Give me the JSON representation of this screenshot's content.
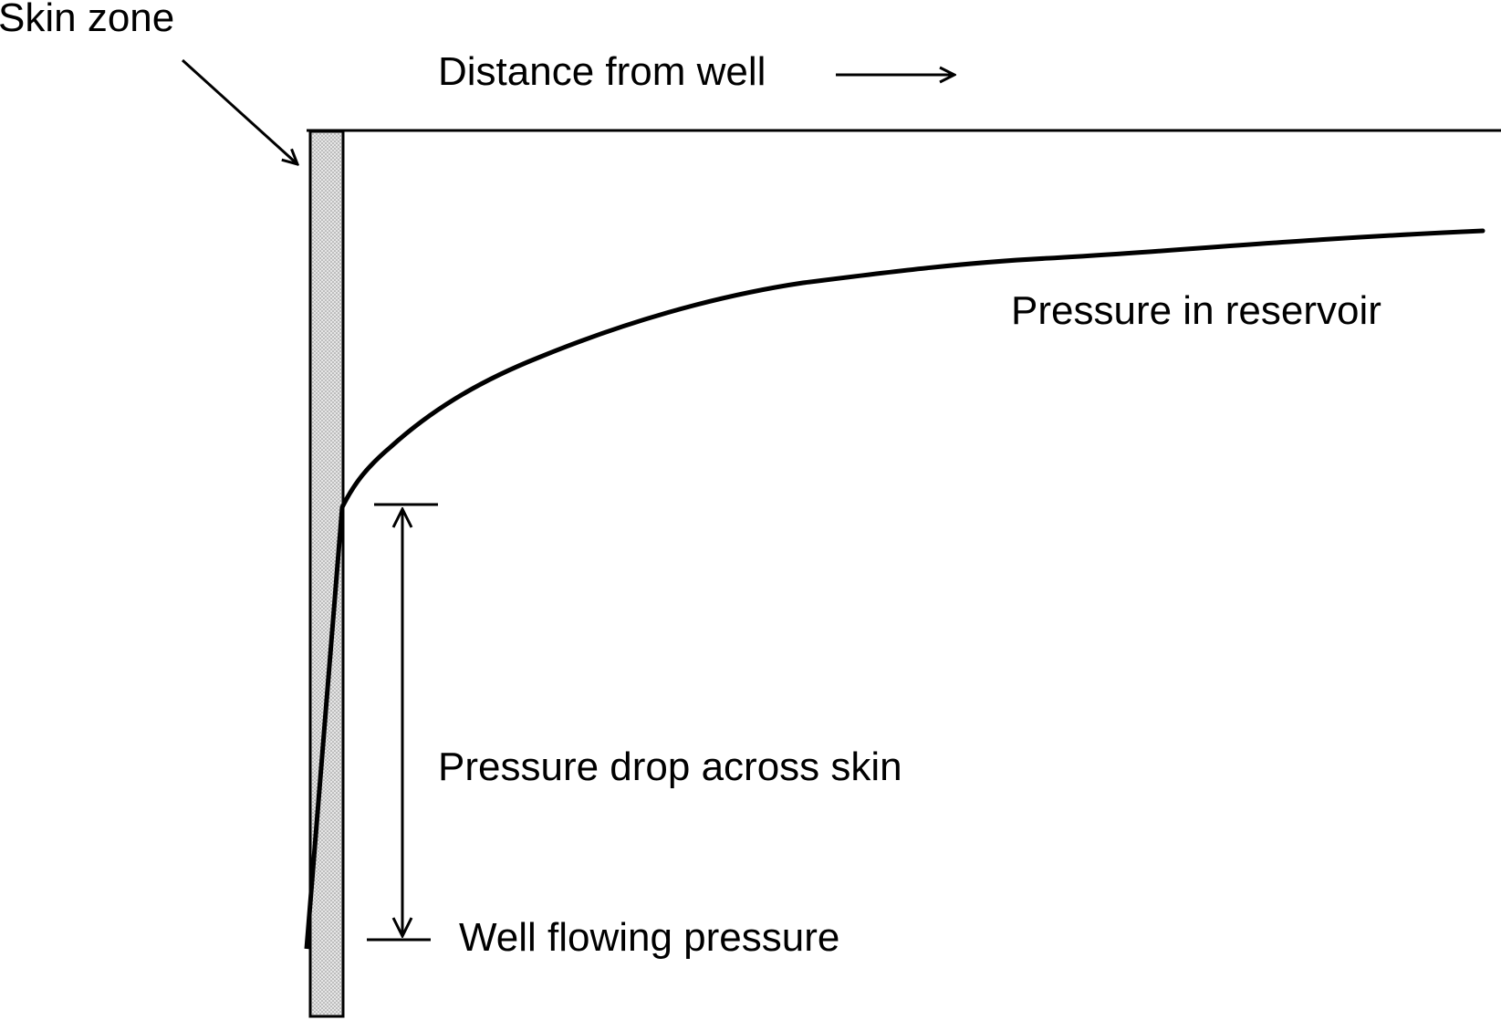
{
  "labels": {
    "skin_zone": "Skin zone",
    "distance_from_well": "Distance from well",
    "pressure_in_reservoir": "Pressure in reservoir",
    "pressure_drop_across_skin": "Pressure drop across skin",
    "well_flowing_pressure": "Well flowing pressure"
  },
  "colors": {
    "ink": "#000000",
    "skin_fill": "#e6e6e6",
    "skin_dots": "#8c8c8c",
    "background": "#ffffff"
  }
}
